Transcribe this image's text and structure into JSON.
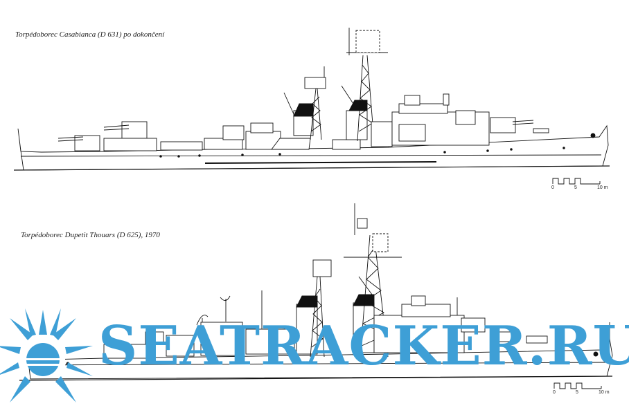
{
  "captions": {
    "top": "Torpédoborec Casabianca (D 631) po dokončení",
    "bottom": "Torpédoborec Dupetit Thouars (D 625), 1970"
  },
  "scale_bar": {
    "start": "0",
    "mid": "5",
    "end": "10 m"
  },
  "watermark": {
    "text": "SEATRACKER.RU",
    "color": "#3e9fd6"
  },
  "icons": [
    "sun-logo-icon"
  ]
}
